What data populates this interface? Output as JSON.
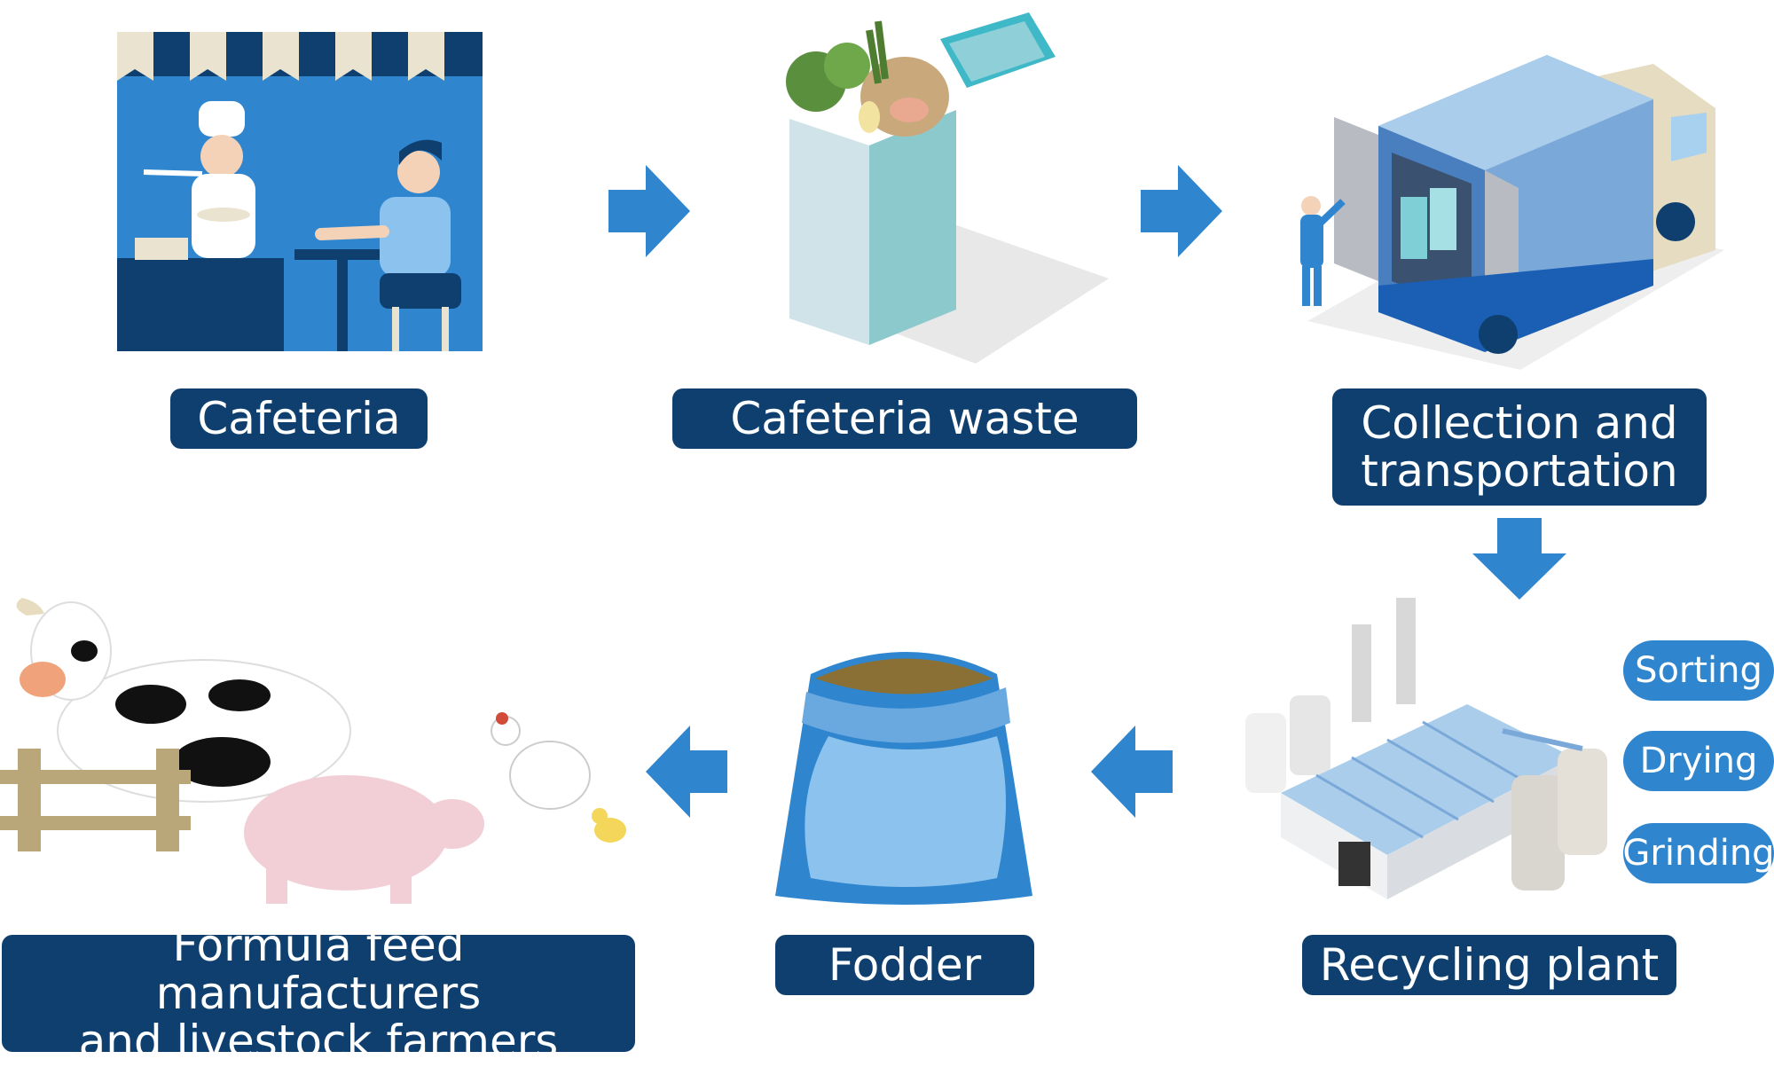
{
  "steps": {
    "cafeteria": {
      "label": "Cafeteria"
    },
    "waste": {
      "label": "Cafeteria waste"
    },
    "collection": {
      "label_lines": [
        "Collection and",
        "transportation"
      ]
    },
    "plant": {
      "label": "Recycling plant",
      "processes": [
        "Sorting",
        "Drying",
        "Grinding"
      ]
    },
    "fodder": {
      "label": "Fodder"
    },
    "farmers": {
      "label_lines": [
        "Formula feed manufacturers",
        "and livestock farmers"
      ]
    }
  },
  "icons": {
    "cafeteria": "chef-and-diner-icon",
    "waste": "food-waste-bin-icon",
    "collection": "delivery-truck-icon",
    "plant": "factory-icon",
    "fodder": "fodder-sack-icon",
    "farmers": "livestock-icon"
  },
  "colors": {
    "label_bg": "#0e3f6e",
    "arrow": "#2f86cf",
    "pill_bg": "#2f86cf"
  }
}
